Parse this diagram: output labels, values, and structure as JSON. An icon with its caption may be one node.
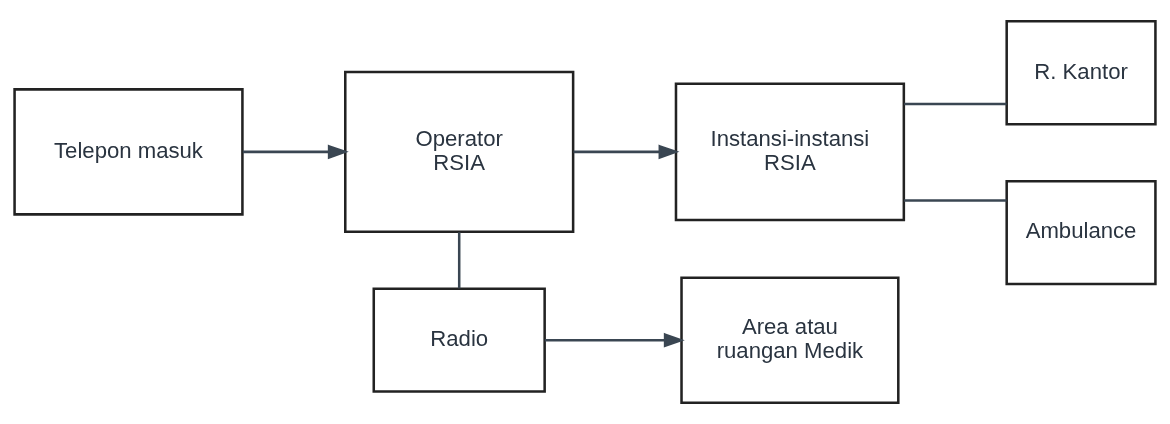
{
  "diagram": {
    "nodes": [
      {
        "text": [
          "Telepon masuk"
        ]
      },
      {
        "text": [
          "Operator RSIA"
        ]
      },
      {
        "text": [
          "Instansi-instansi RSIA"
        ]
      },
      {
        "text": [
          "R. Kantor"
        ]
      },
      {
        "text": [
          "Ambulance"
        ]
      },
      {
        "text": [
          "Radio"
        ]
      },
      {
        "text": [
          "Area atau ruangan Medik"
        ]
      }
    ],
    "edges": [
      {
        "from": 0,
        "to": 1,
        "arrow": "to"
      },
      {
        "from": 1,
        "to": 2,
        "arrow": "to"
      },
      {
        "from": 2,
        "to": 3,
        "arrow": "none"
      },
      {
        "from": 2,
        "to": 4,
        "arrow": "none"
      },
      {
        "from": 1,
        "to": 5,
        "arrow": "none"
      },
      {
        "from": 5,
        "to": 6,
        "arrow": "to"
      }
    ]
  }
}
